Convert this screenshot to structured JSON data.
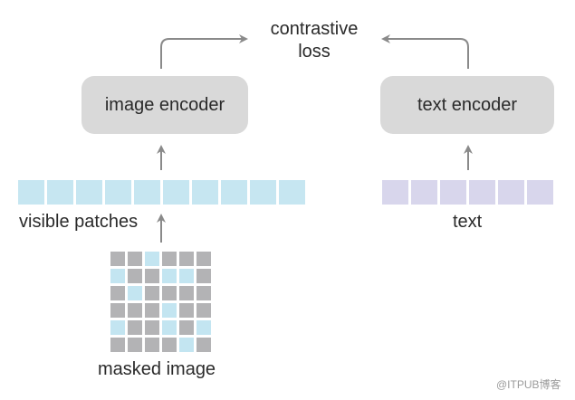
{
  "loss_label_line1": "contrastive",
  "loss_label_line2": "loss",
  "image_encoder": {
    "label": "image encoder"
  },
  "text_encoder": {
    "label": "text encoder"
  },
  "visible_patches": {
    "label": "visible patches",
    "count": 10,
    "color": "#c6e6f1"
  },
  "text_tokens": {
    "label": "text",
    "count": 6,
    "color": "#d8d6ec"
  },
  "masked_image": {
    "label": "masked image",
    "grid": [
      [
        "G",
        "G",
        "B",
        "G",
        "G",
        "G"
      ],
      [
        "B",
        "G",
        "G",
        "B",
        "B",
        "G"
      ],
      [
        "G",
        "B",
        "G",
        "G",
        "G",
        "G"
      ],
      [
        "G",
        "G",
        "G",
        "B",
        "G",
        "G"
      ],
      [
        "B",
        "G",
        "G",
        "B",
        "G",
        "B"
      ],
      [
        "G",
        "G",
        "G",
        "G",
        "B",
        "G"
      ]
    ],
    "colors": {
      "G": "#b3b3b5",
      "B": "#c3e5f1"
    }
  },
  "watermark": "@ITPUB博客"
}
